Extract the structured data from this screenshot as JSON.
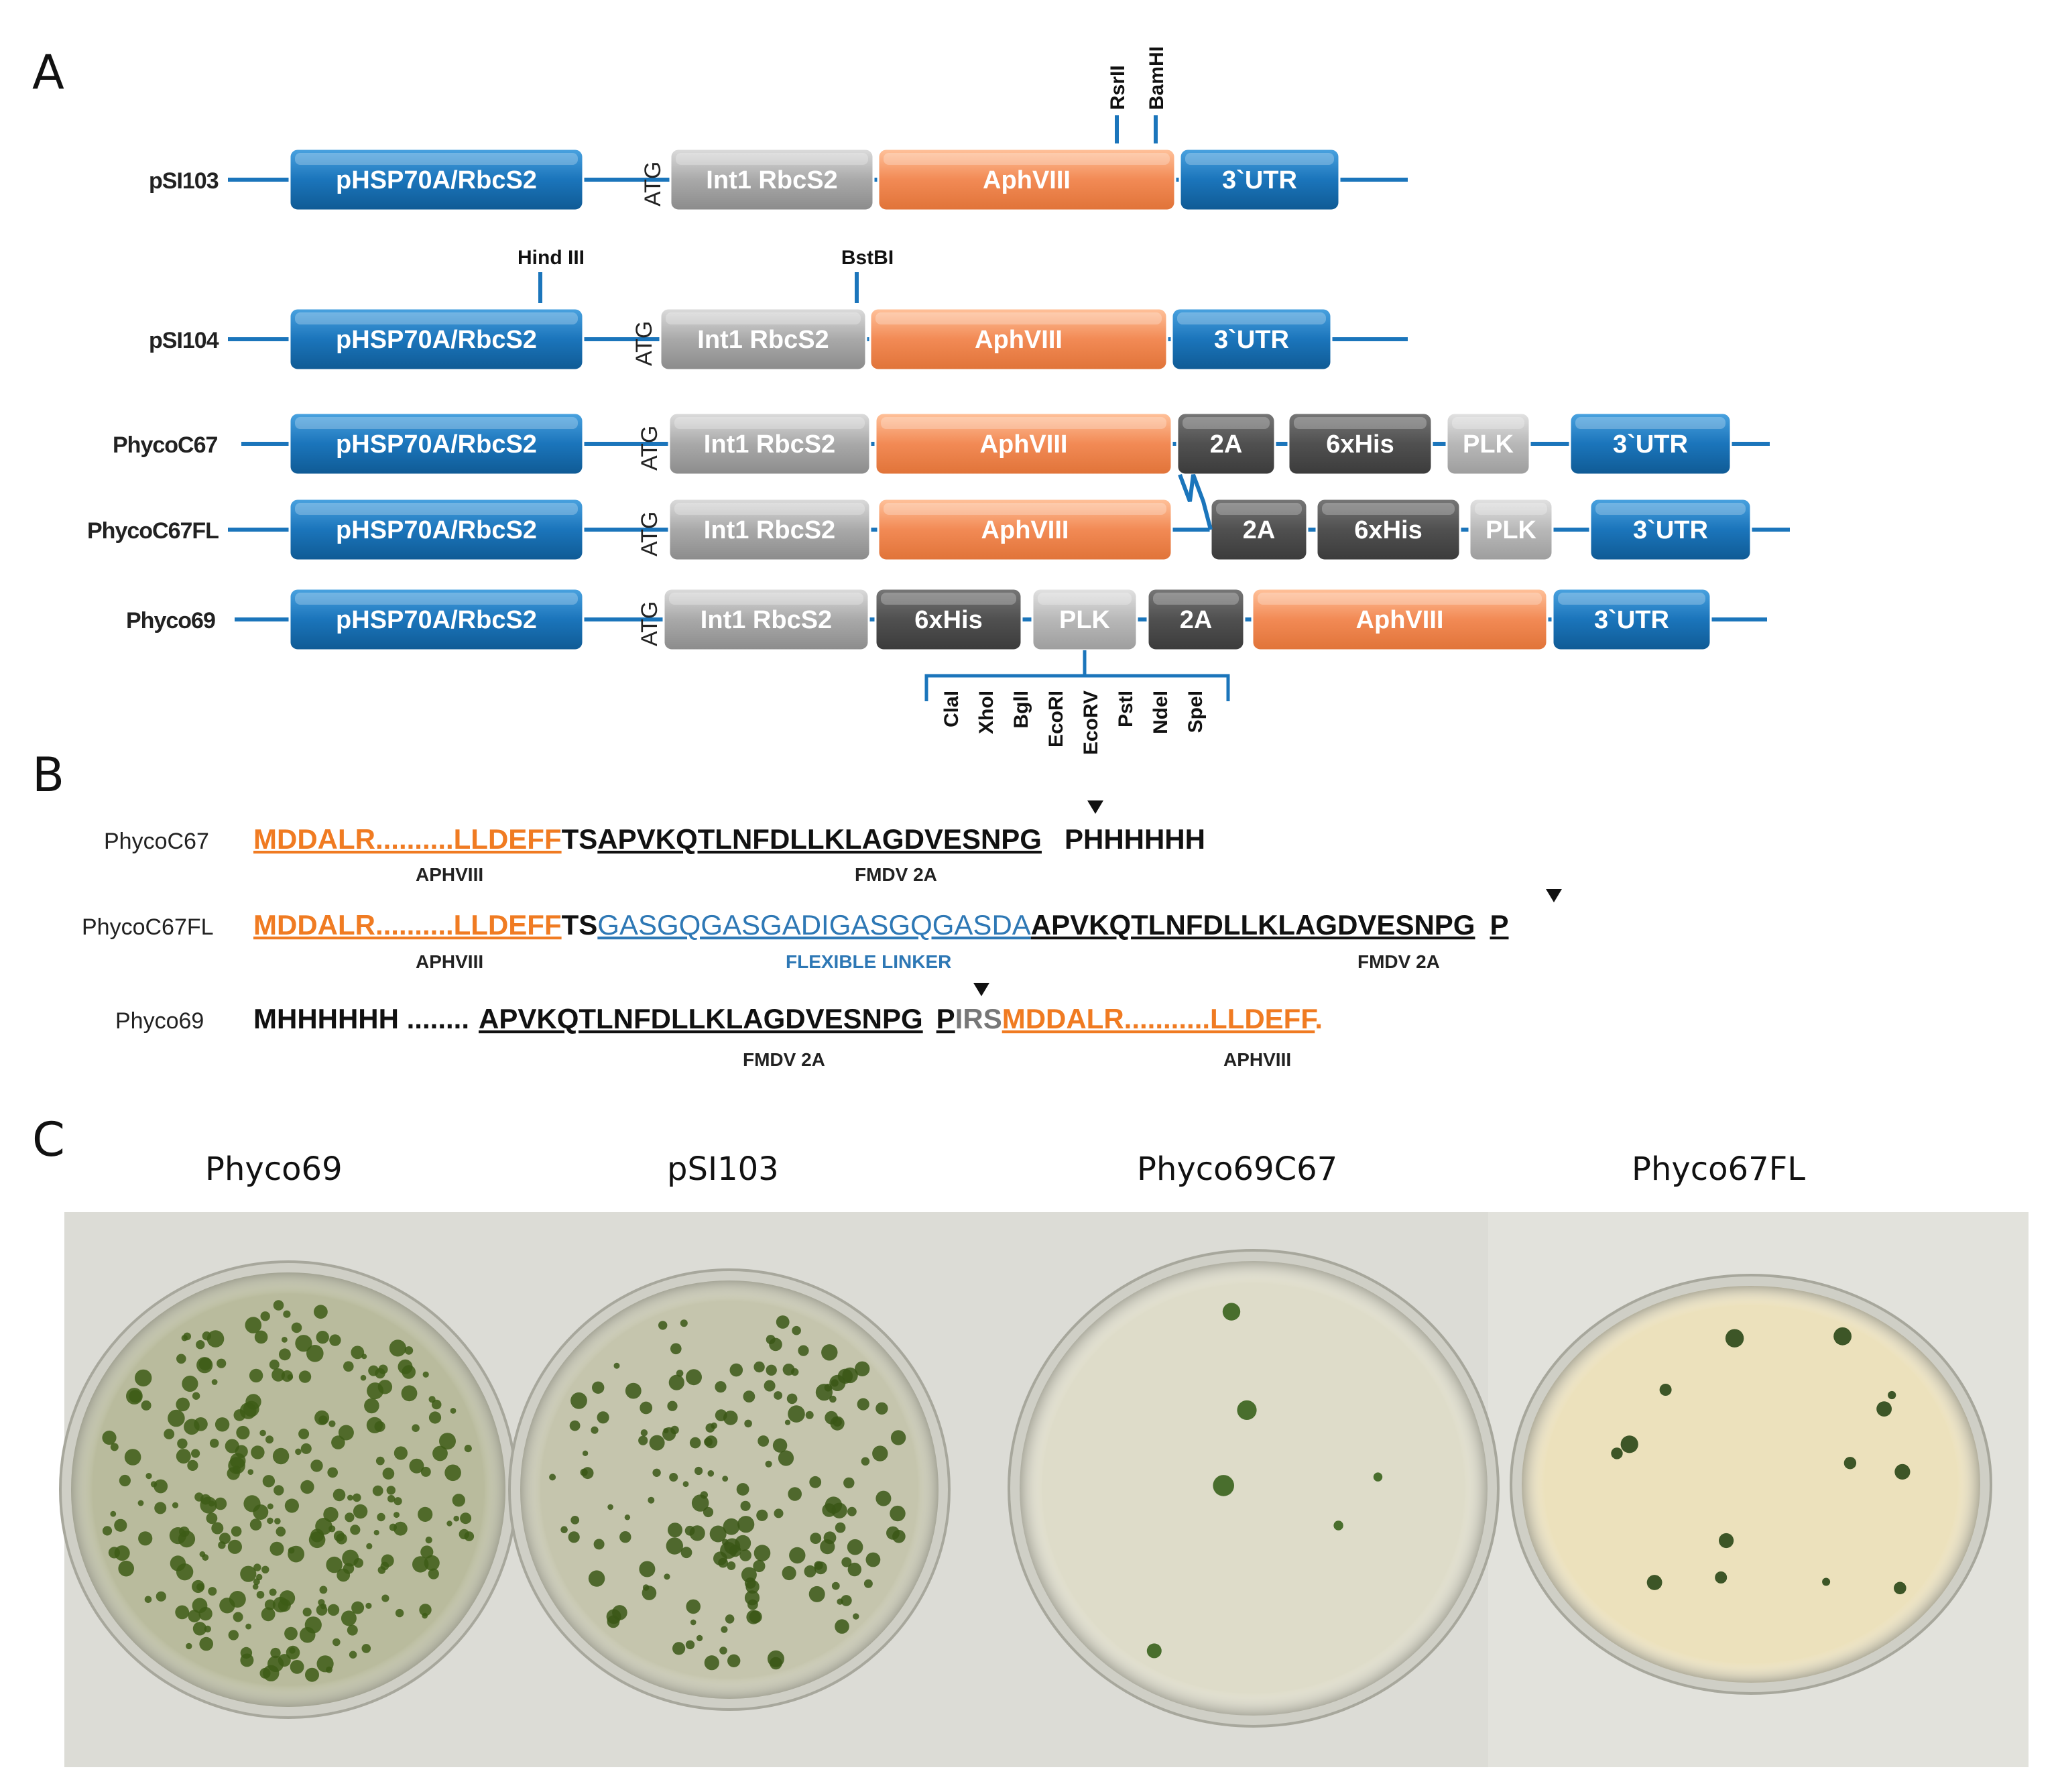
{
  "panels": {
    "a": "A",
    "b": "B",
    "c": "C"
  },
  "colors": {
    "blue": "#1b75bb",
    "gray": "#a9a9a9",
    "orange": "#f28a55",
    "dark": "#505050",
    "plk": "#b8b8b8",
    "seqOrange": "#f07b22",
    "seqBlue": "#2e78b5"
  },
  "panelA": {
    "atg": "ATG",
    "labels": {
      "promoter": "pHSP70A/RbcS2",
      "intron": "Int1 RbcS2",
      "aph": "AphVIII",
      "utr": "3`UTR",
      "twoA": "2A",
      "his": "6xHis",
      "plk": "PLK"
    },
    "constructs": [
      {
        "name": "pSI103",
        "elements": [
          "promoter",
          "intron",
          "aph",
          "utr"
        ]
      },
      {
        "name": "pSI104",
        "elements": [
          "promoter",
          "intron",
          "aph",
          "utr"
        ]
      },
      {
        "name": "PhycoC67",
        "elements": [
          "promoter",
          "intron",
          "aph",
          "twoA",
          "his",
          "plk",
          "utr"
        ]
      },
      {
        "name": "PhycoC67FL",
        "elements": [
          "promoter",
          "intron",
          "aph",
          "twoA",
          "his",
          "plk",
          "utr"
        ]
      },
      {
        "name": "Phyco69",
        "elements": [
          "promoter",
          "intron",
          "his",
          "plk",
          "twoA",
          "aph",
          "utr"
        ]
      }
    ],
    "sites": {
      "rsrII": "RsrII",
      "bamHI": "BamHI",
      "hindIII": "Hind III",
      "bstBI": "BstBI",
      "plkSites": [
        "ClaI",
        "XhoI",
        "BglI",
        "EcoRI",
        "EcoRV",
        "PstI",
        "NdeI",
        "SpeI"
      ]
    }
  },
  "panelB": {
    "rows": [
      {
        "name": "PhycoC67",
        "seg": [
          "MDDALR..........LLDEFF",
          "TS",
          "APVKQTLNFDLLKLAGDVESNPG",
          "PHHHHHH"
        ],
        "labels": [
          "APHVIII",
          "FMDV 2A"
        ]
      },
      {
        "name": "PhycoC67FL",
        "seg": [
          "MDDALR..........LLDEFF",
          "TS",
          "GASGQGASGADIGASGQGASDA",
          "APVKQTLNFDLLKLAGDVESNPG",
          "P"
        ],
        "labels": [
          "APHVIII",
          "FLEXIBLE LINKER",
          "FMDV 2A"
        ]
      },
      {
        "name": "Phyco69",
        "seg": [
          "MHHHHHH ........",
          "APVKQTLNFDLLKLAGDVESNPG",
          "P",
          "IRS",
          "MDDALR...........LLDEFF",
          "."
        ],
        "labels": [
          "FMDV 2A",
          "APHVIII"
        ]
      }
    ]
  },
  "panelC": {
    "plates": [
      {
        "title": "Phyco69",
        "colonies": 260,
        "agar": "#b9bb9d",
        "colony": "#3d5c16"
      },
      {
        "title": "pSI103",
        "colonies": 170,
        "agar": "#c5c5ad",
        "colony": "#3a5716"
      },
      {
        "title": "Phyco69C67",
        "colonies": 6,
        "agar": "#dedcc9",
        "colony": "#2f5a12"
      },
      {
        "title": "Phyco67FL",
        "colonies": 14,
        "agar": "#ece1bc",
        "colony": "#1f3d0d"
      }
    ]
  }
}
